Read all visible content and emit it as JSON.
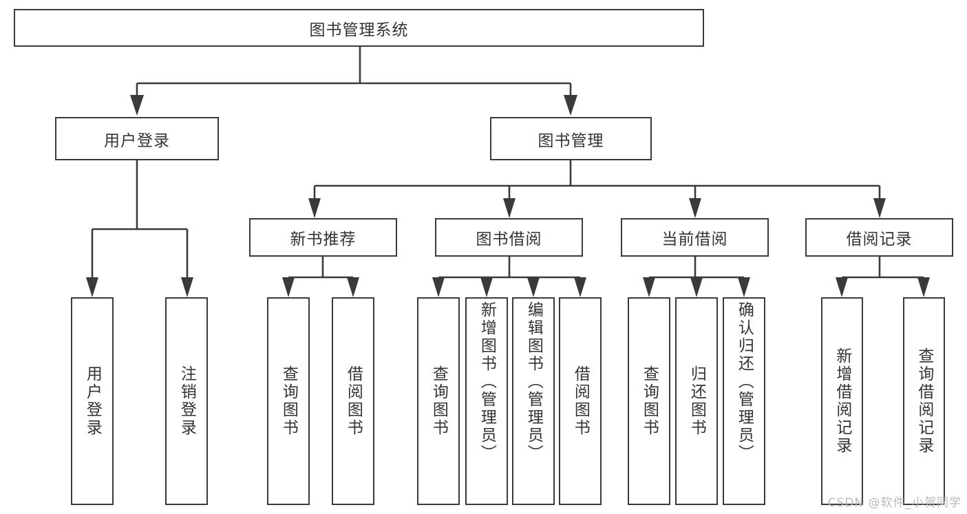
{
  "diagram": {
    "type": "tree",
    "title": "图书管理系统",
    "watermark": "CSDN @软件_小贺同学",
    "colors": {
      "box_border": "#3a3a3a",
      "box_fill": "#ffffff",
      "text": "#333333",
      "edge": "#3a3a3a",
      "watermark": "#b9b9b9",
      "background": "#ffffff"
    },
    "root": {
      "label": "图书管理系统"
    },
    "level2": [
      {
        "label": "用户登录"
      },
      {
        "label": "图书管理"
      }
    ],
    "level3": [
      {
        "label": "新书推荐"
      },
      {
        "label": "图书借阅"
      },
      {
        "label": "当前借阅"
      },
      {
        "label": "借阅记录"
      }
    ],
    "leaves": {
      "user_login": [
        {
          "label": "用户登录"
        },
        {
          "label": "注销登录"
        }
      ],
      "new_book_recommend": [
        {
          "label": "查询图书"
        },
        {
          "label": "借阅图书"
        }
      ],
      "book_borrow": [
        {
          "label": "查询图书"
        },
        {
          "label": "新增图书（管理员）"
        },
        {
          "label": "编辑图书（管理员）"
        },
        {
          "label": "借阅图书"
        }
      ],
      "current_borrow": [
        {
          "label": "查询图书"
        },
        {
          "label": "归还图书"
        },
        {
          "label": "确认归还（管理员）"
        }
      ],
      "borrow_record": [
        {
          "label": "新增借阅记录"
        },
        {
          "label": "查询借阅记录"
        }
      ]
    }
  }
}
